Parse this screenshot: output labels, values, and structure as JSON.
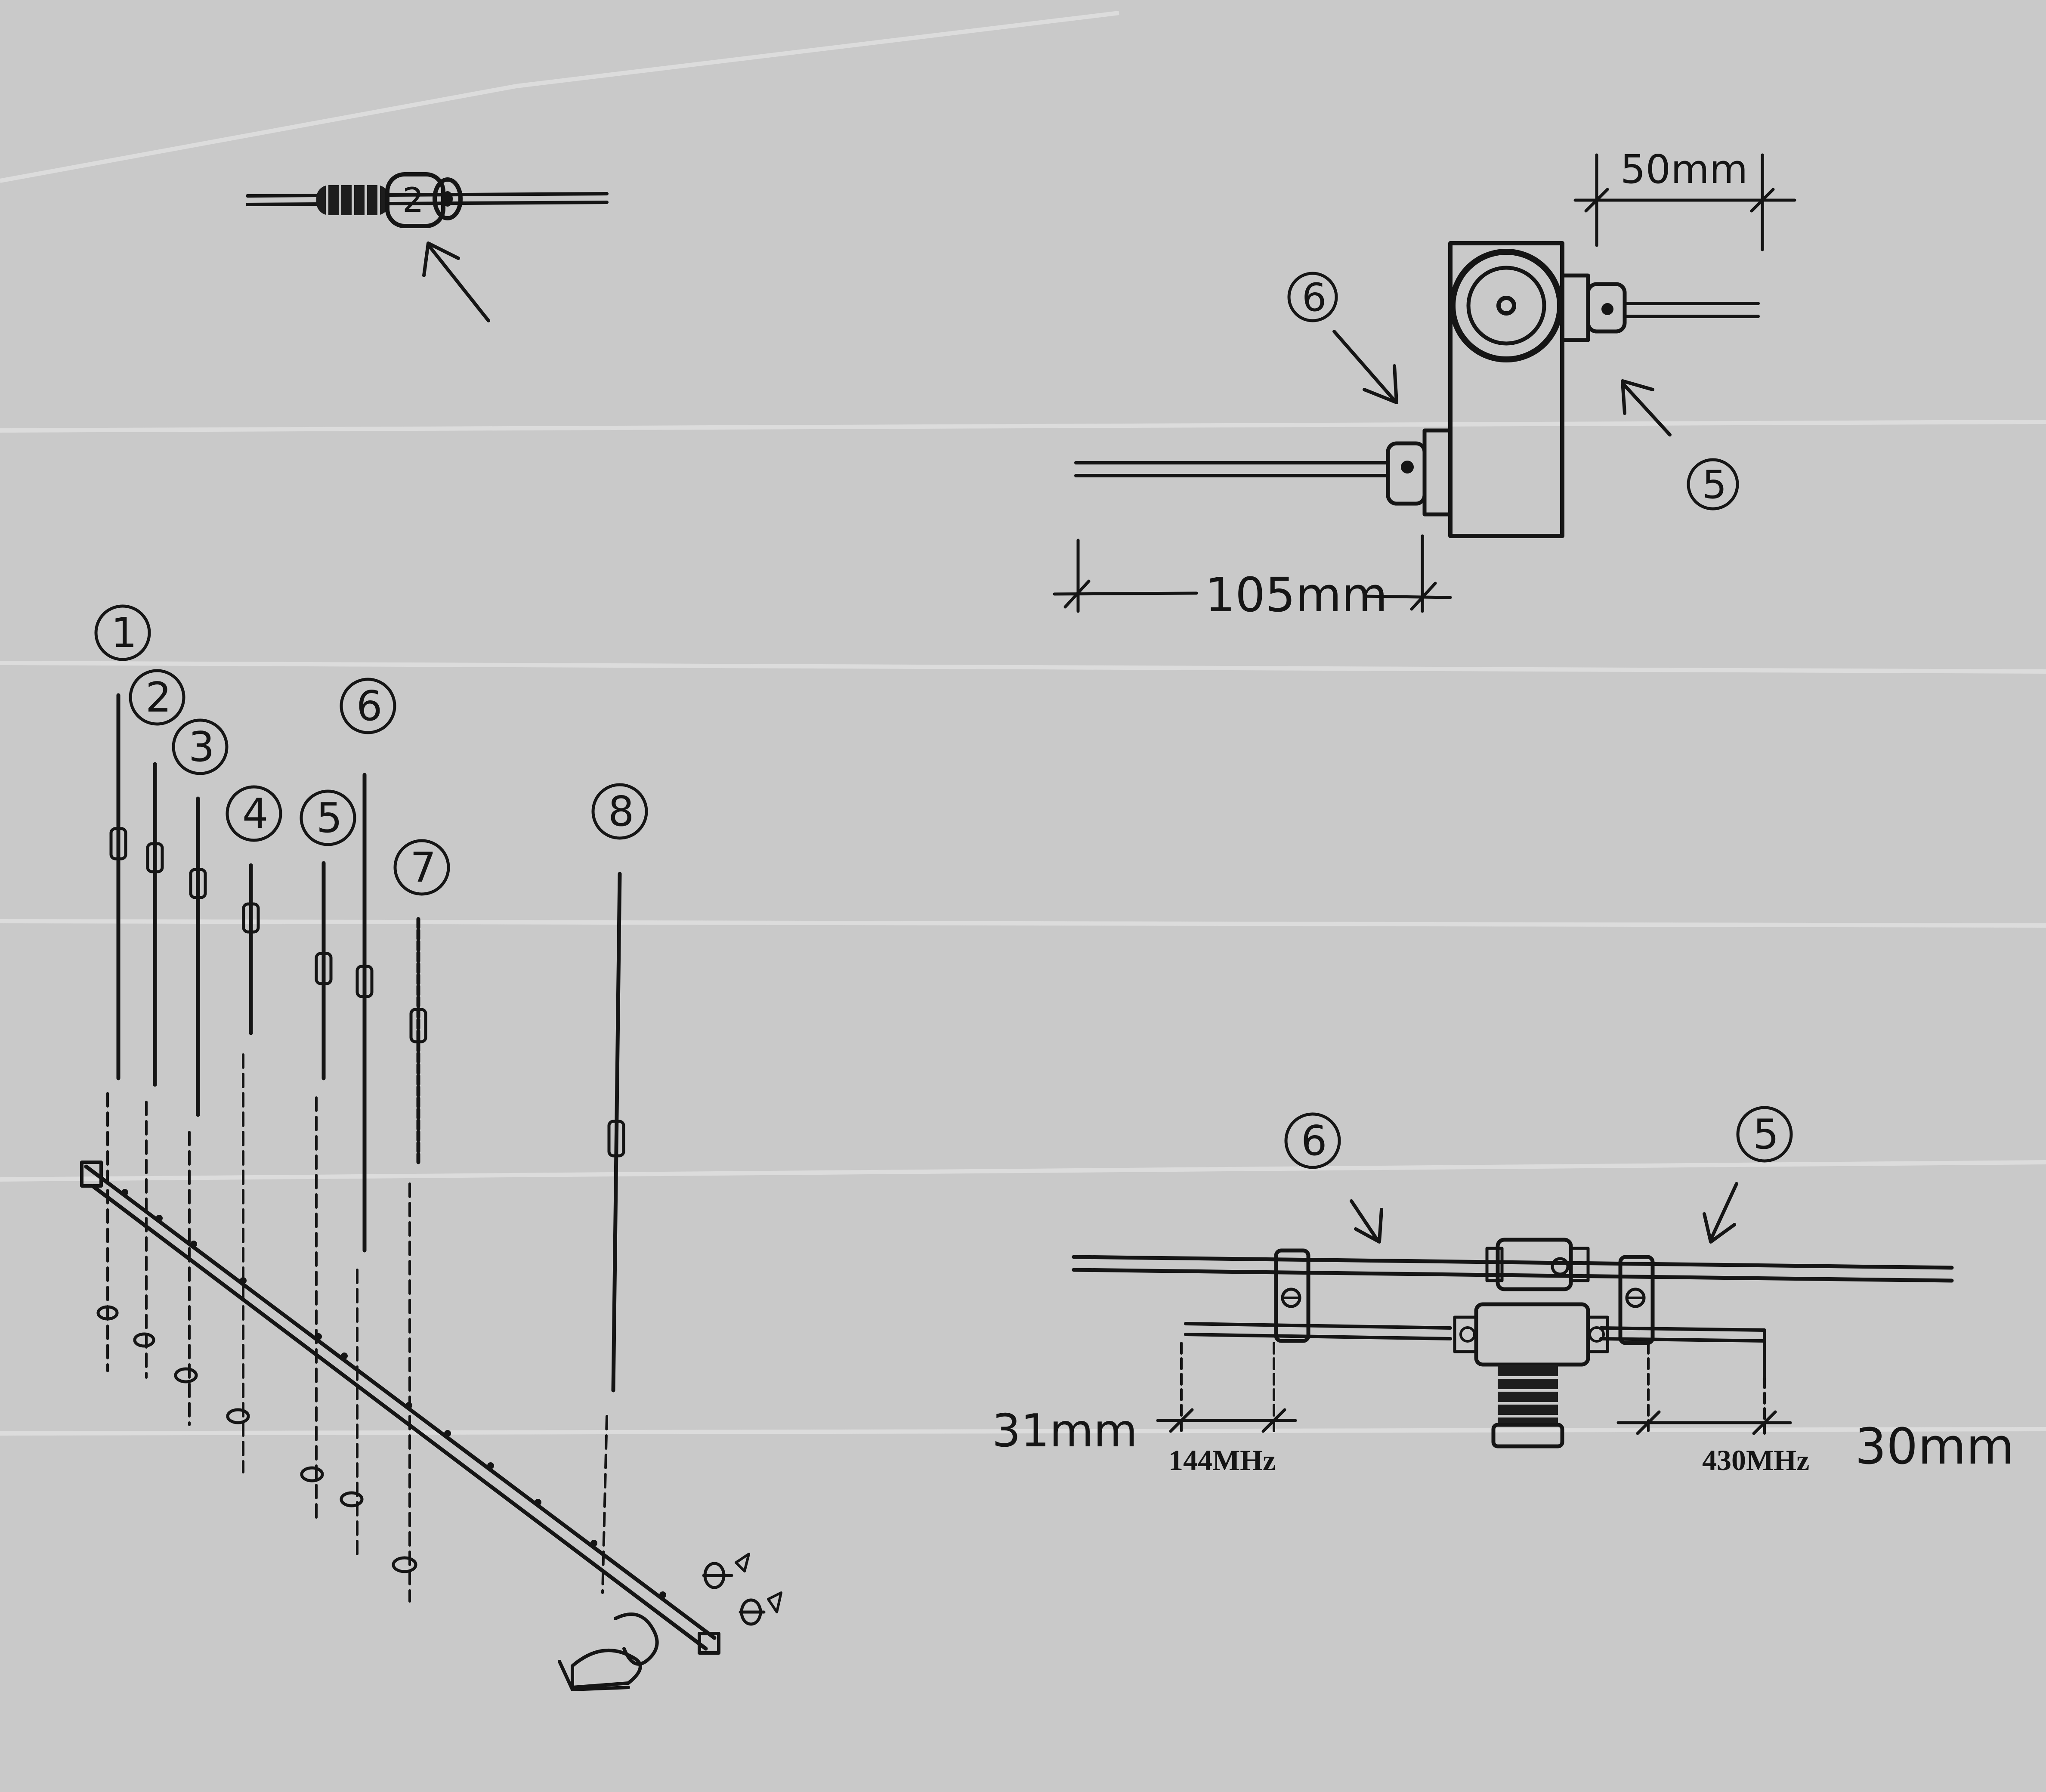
{
  "colors": {
    "paper": "#c9c9c9",
    "ink": "#151515"
  },
  "top_left": {
    "callout": "2"
  },
  "top_right": {
    "label_6": "6",
    "label_5": "5",
    "dim_50": "50mm",
    "dim_105": "105mm"
  },
  "exploded_view": {
    "labels": [
      "1",
      "2",
      "3",
      "4",
      "5",
      "6",
      "7",
      "8"
    ]
  },
  "bottom_right": {
    "label_6": "6",
    "label_5": "5",
    "dim_left": "31mm",
    "band_left": "144MHz",
    "band_right": "430MHz",
    "dim_right": "30mm"
  }
}
